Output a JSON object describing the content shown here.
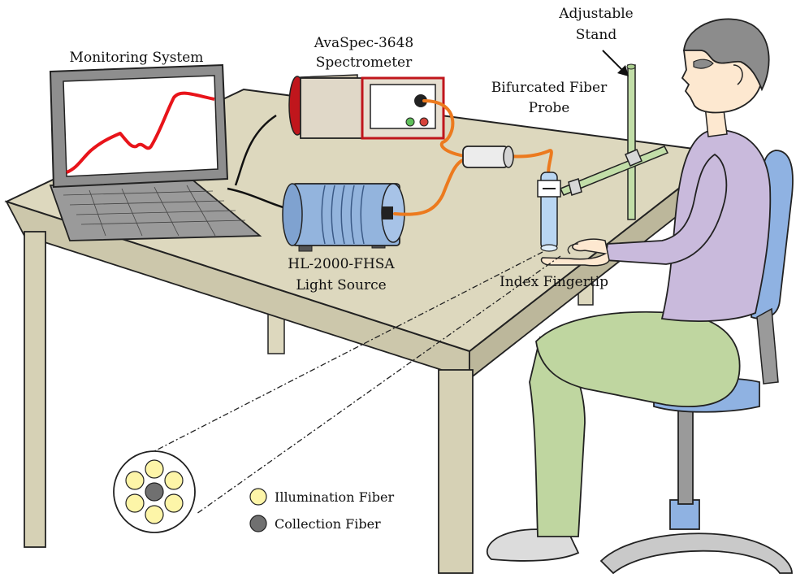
{
  "labels": {
    "monitoring_system": "Monitoring System",
    "spectrometer_line1": "AvaSpec-3648",
    "spectrometer_line2": "Spectrometer",
    "light_source_line1": "HL-2000-FHSA",
    "light_source_line2": "Light Source",
    "probe_line1": "Bifurcated Fiber",
    "probe_line2": "Probe",
    "stand_line1": "Adjustable",
    "stand_line2": "Stand",
    "fingertip": "Index Fingertip"
  },
  "legend": {
    "illumination": "Illumination Fiber",
    "collection": "Collection Fiber"
  },
  "colors": {
    "table": "#ddd8be",
    "table_edge": "#8c8872",
    "spectrometer_body": "#e0d8c8",
    "spectrometer_trim": "#c0161c",
    "light_source": "#93b4dd",
    "fiber": "#ec7a1e",
    "signal": "#e8141a",
    "illumination_fiber": "#fdf5a8",
    "collection_fiber": "#707070",
    "shirt": "#c9badc",
    "pants": "#bfd6a0",
    "chair": "#8fb2e2",
    "stand": "#c2dea8",
    "skin": "#fde8d0"
  }
}
